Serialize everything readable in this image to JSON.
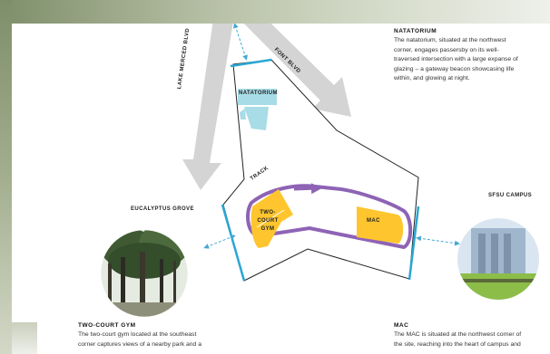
{
  "labels": {
    "lake_merced": "LAKE MERCED BLVD",
    "font_blvd": "FONT BLVD",
    "natatorium": "NATATORIUM",
    "track": "TRACK",
    "two_court_gym": "TWO-COURT GYM",
    "mac": "MAC",
    "eucalyptus": "EUCALYPTUS GROVE",
    "sfsu": "SFSU CAMPUS"
  },
  "natatorium_text": {
    "title": "NATATORIUM",
    "lines": [
      "The natatorium, situated at the northwest",
      "corner, engages passersby on its well-",
      "traversed intersection with a large expanse of",
      "glazing – a gateway beacon showcasing life",
      "within, and glowing at night."
    ]
  },
  "gym_text": {
    "title": "TWO-COURT GYM",
    "lines": [
      "The two-court gym located at the southeast",
      "corner captures views of a nearby park and a"
    ]
  },
  "mac_text": {
    "title": "MAC",
    "lines": [
      "The MAC is situated at the northwest corner of",
      "the site, reaching into the heart of campus and"
    ]
  },
  "colors": {
    "arrow_gray": "#d4d4d4",
    "pool_blue": "#a8dce6",
    "court_yellow": "#fec52e",
    "track_purple": "#8e63b5",
    "edge_blue": "#2aa6d4",
    "dashed_blue": "#46a9d2"
  }
}
